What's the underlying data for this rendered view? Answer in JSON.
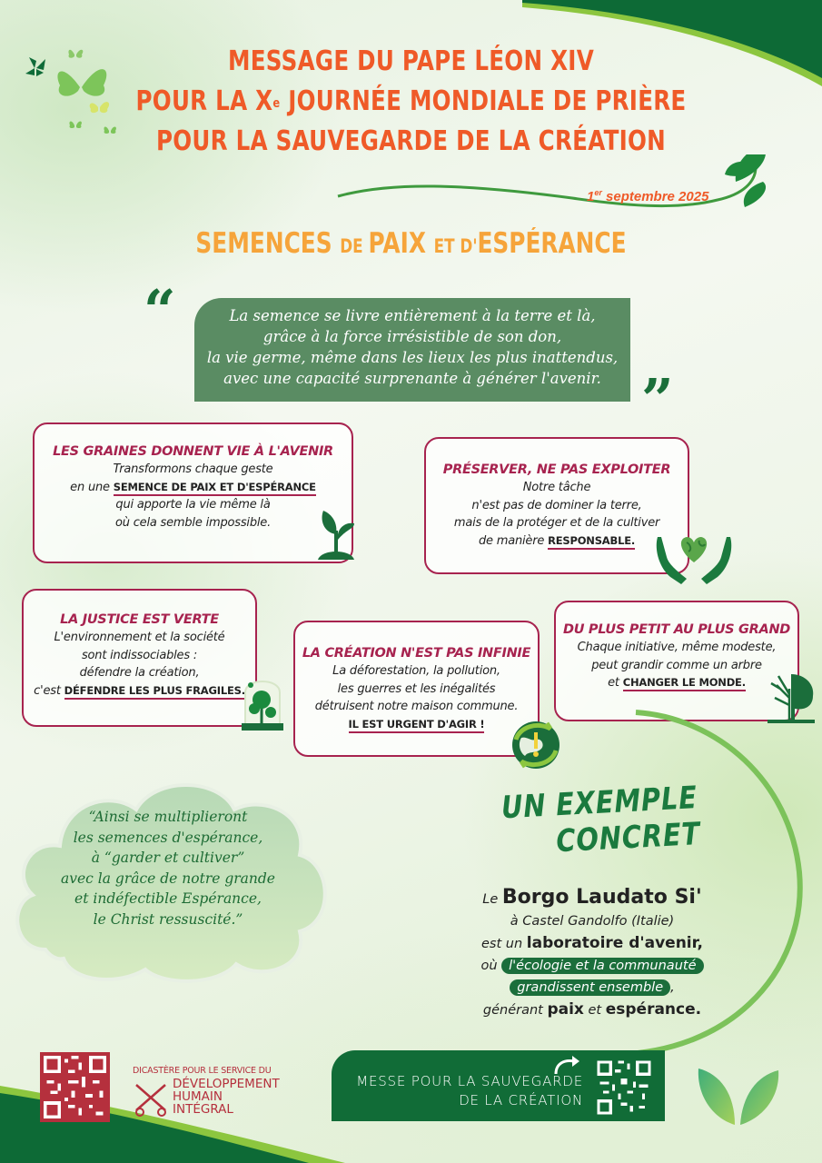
{
  "header": {
    "title_line1": "MESSAGE DU PAPE LÉON XIV",
    "title_line2_pre": "POUR LA X",
    "title_line2_sup": "e",
    "title_line2_post": " JOURNÉE MONDIALE DE PRIÈRE",
    "title_line3": "POUR LA SAUVEGARDE DE LA CRÉATION",
    "date_day": "1",
    "date_sup": "er",
    "date_rest": " septembre 2025",
    "subtitle_a": "SEMENCES ",
    "subtitle_b": "DE ",
    "subtitle_c": "PAIX ",
    "subtitle_d": "ET D'",
    "subtitle_e": "ESPÉRANCE"
  },
  "quote": {
    "open_mark": "“",
    "close_mark": "”",
    "lines": [
      "La semence se livre entièrement à la terre et là,",
      "grâce à la force irrésistible de son don,",
      "la vie germe, même dans les lieux les plus inattendus,",
      "avec une capacité surprenante à générer l'avenir."
    ]
  },
  "cards": [
    {
      "title": "Les graines donnent vie à l'avenir",
      "line1": "Transformons chaque geste",
      "line2_pre": "en une ",
      "emph": "Semence de paix et d'espérance",
      "line3": "qui apporte la vie même là",
      "line4": "où cela semble impossible.",
      "icon": "sprout-icon"
    },
    {
      "title": "Préserver, ne pas exploiter",
      "line1": "Notre tâche",
      "line2": "n'est pas de dominer la terre,",
      "line3": "mais de la protéger et de la cultiver",
      "line4_pre": "de manière ",
      "emph": "Responsable.",
      "icon": "hands-earth-heart-icon"
    },
    {
      "title": "La justice est verte",
      "line1": "L'environnement et la société",
      "line2": "sont indissociables :",
      "line3": "défendre la création,",
      "line4_pre": "c'est ",
      "emph": "Défendre les plus fragiles.",
      "icon": "tree-under-glass-icon"
    },
    {
      "title": "La création n'est pas infinie",
      "line1": "La déforestation, la pollution,",
      "line2": "les guerres et les inégalités",
      "line3": "détruisent notre maison commune.",
      "emph": "Il est urgent d'agir !",
      "icon": "earth-recycle-alert-icon"
    },
    {
      "title": "Du plus petit au plus grand",
      "line1": "Chaque initiative, même modeste,",
      "line2": "peut grandir comme un arbre",
      "line3_pre": "et ",
      "emph": "Changer le monde.",
      "icon": "half-dead-tree-icon"
    }
  ],
  "cloud_quote": {
    "lines": [
      "“Ainsi se multiplieront",
      "les semences d'espérance,",
      "à “garder et cultiver”",
      "avec la grâce de notre grande",
      "et indéfectible Espérance,",
      "le Christ ressuscité.”"
    ]
  },
  "example": {
    "title_line1": "UN EXEMPLE",
    "title_line2": "CONCRET",
    "le": "Le ",
    "name": "Borgo Laudato Si'",
    "location": "à Castel Gandolfo (Italie)",
    "est_un": "est un ",
    "lab": "laboratoire d'avenir,",
    "ou": "où ",
    "pill1": "l'écologie et la communauté",
    "pill2": "grandissent ensemble",
    "comma": ",",
    "generant": "générant ",
    "paix": "paix",
    "et": " et ",
    "esperance": "espérance."
  },
  "footer": {
    "dicastere_top": "DICASTÈRE POUR LE SERVICE DU",
    "dicastere_l1": "DÉVELOPPEMENT",
    "dicastere_l2": "HUMAIN",
    "dicastere_l3": "INTÉGRAL",
    "messe_line1": "MESSE POUR LA SAUVEGARDE",
    "messe_line2": "DE LA CRÉATION"
  },
  "colors": {
    "title_orange": "#ef5a28",
    "subtitle_orange": "#f6a43a",
    "dark_green": "#116c37",
    "quote_box_green": "#5a8c63",
    "card_border_crimson": "#a7234f",
    "dicastere_red": "#b5303d"
  }
}
